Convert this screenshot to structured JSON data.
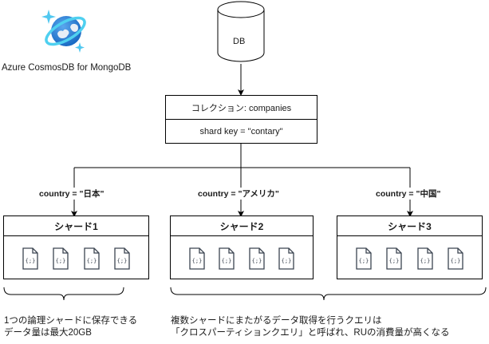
{
  "logo": {
    "label": "Azure CosmosDB for MongoDB",
    "icon": "cosmosdb-planet-icon"
  },
  "database": {
    "label": "DB",
    "icon": "database-cylinder-icon"
  },
  "collection": {
    "title": "コレクション: companies",
    "shard_key": "shard key = \"contary\""
  },
  "routes": [
    {
      "label": "country = \"日本\""
    },
    {
      "label": "country = \"アメリカ\""
    },
    {
      "label": "country = \"中国\""
    }
  ],
  "shards": [
    {
      "title": "シャード1",
      "doc_count": 4
    },
    {
      "title": "シャード2",
      "doc_count": 4
    },
    {
      "title": "シャード3",
      "doc_count": 4
    }
  ],
  "doc_icon_glyph": "{;}",
  "notes": {
    "left": [
      "1つの論理シャードに保存できる",
      "データ量は最大20GB"
    ],
    "right": [
      "複数シャードにまたがるデータ取得を行うクエリは",
      "「クロスパーティションクエリ」と呼ばれ、RUの消費量が高くなる"
    ]
  }
}
